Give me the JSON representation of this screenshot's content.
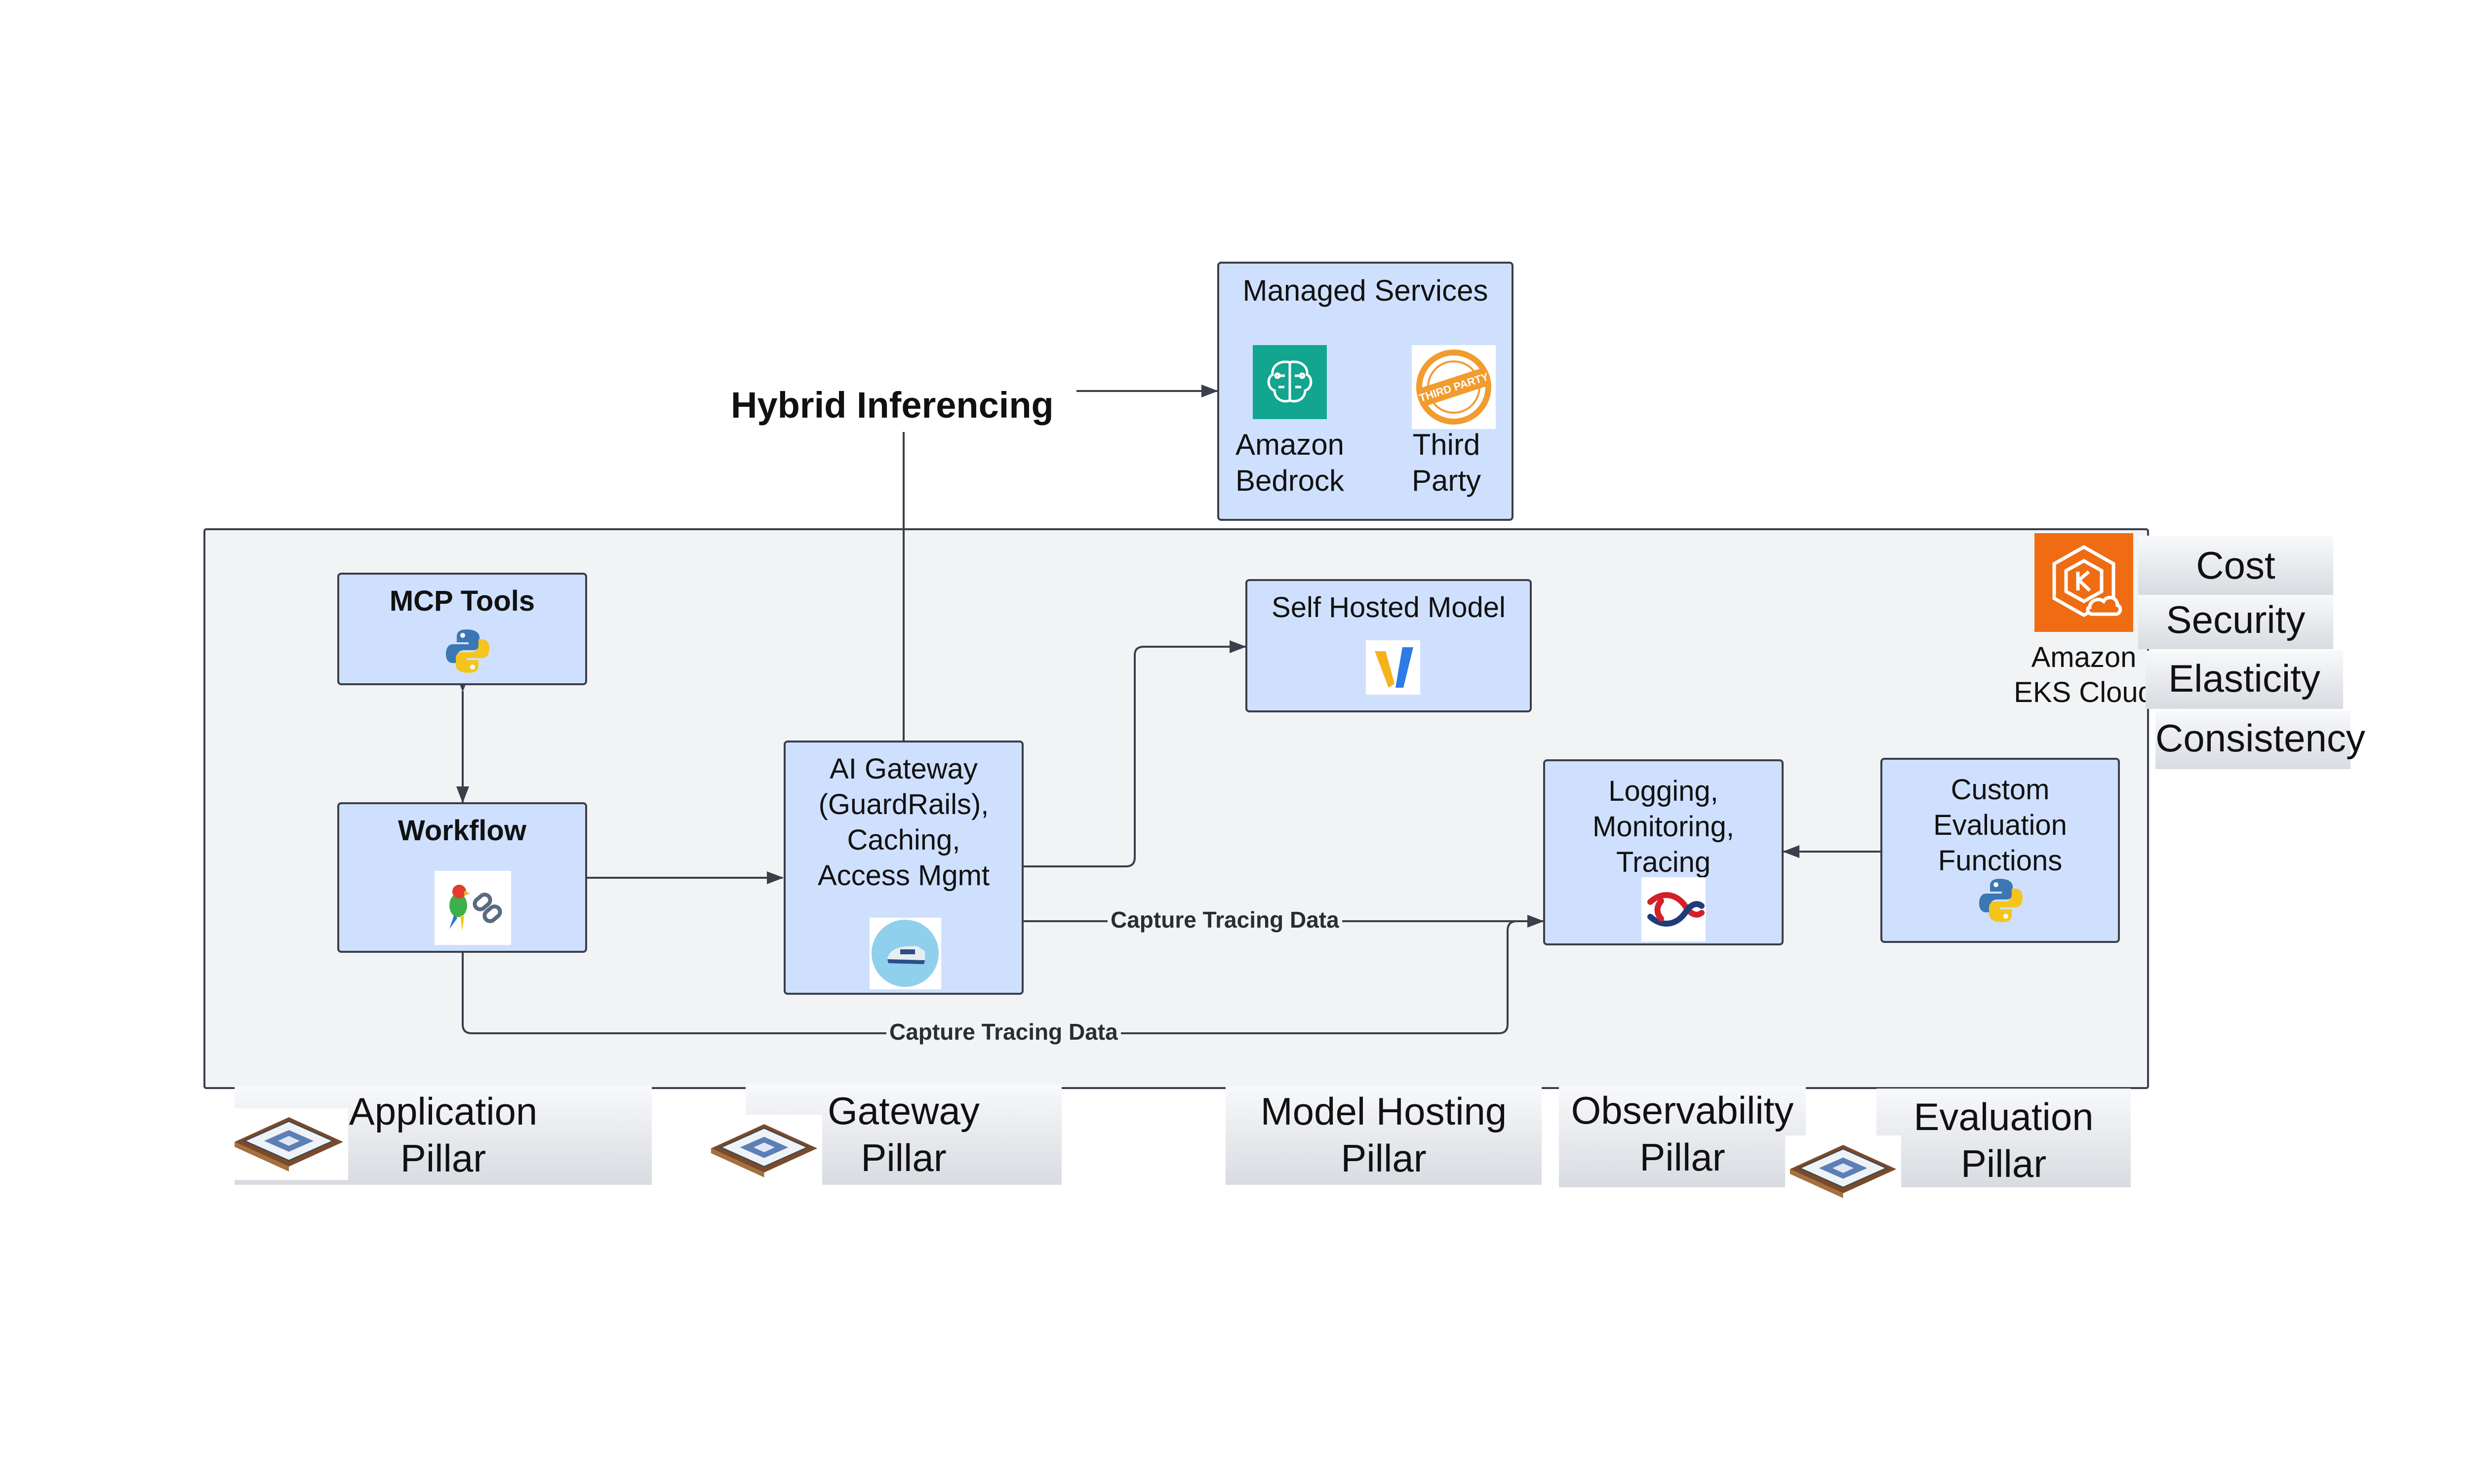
{
  "colors": {
    "node_fill": "#cfe0ff",
    "cluster_fill": "#f2f3f5",
    "border": "#3a3f4a",
    "bedrock_green": "#12a58f",
    "eks_orange": "#ef6c12",
    "third_party_orange": "#f29b2e",
    "python_blue": "#3b77b2",
    "python_yellow": "#f5c51d",
    "gateway_badge": "#8fd0ec",
    "logging_red": "#d3202b"
  },
  "hybrid": {
    "label": "Hybrid Inferencing"
  },
  "managed_services": {
    "title": "Managed Services",
    "bedrock": {
      "line1": "Amazon",
      "line2": "Bedrock",
      "icon": "bedrock-brain-icon"
    },
    "third_party": {
      "line1": "Third",
      "line2": "Party",
      "icon": "third-party-stamp-icon",
      "stamp_text": "THIRD PARTY"
    }
  },
  "eks": {
    "line1": "Amazon",
    "line2": "EKS Cloud",
    "icon": "eks-icon"
  },
  "qualities": [
    "Cost",
    "Security",
    "Elasticity",
    "Consistency"
  ],
  "nodes": {
    "mcp_tools": {
      "title": "MCP Tools",
      "icon": "python-icon"
    },
    "workflow": {
      "title": "Workflow",
      "icon": "parrot-chain-icon"
    },
    "gateway": {
      "lines": [
        "AI Gateway",
        "(GuardRails),",
        "Caching,",
        "Access Mgmt"
      ],
      "icon": "gateway-train-icon"
    },
    "self_hosted": {
      "title": "Self Hosted Model",
      "icon": "v-logo-icon"
    },
    "logging": {
      "lines": [
        "Logging,",
        "Monitoring,",
        "Tracing"
      ],
      "icon": "knot-icon"
    },
    "evaluation": {
      "lines": [
        "Custom",
        "Evaluation",
        "Functions"
      ],
      "icon": "python-icon"
    }
  },
  "edges": {
    "capture_top": "Capture Tracing Data",
    "capture_bottom": "Capture Tracing Data"
  },
  "pillars": {
    "application": [
      "Application",
      "Pillar"
    ],
    "gateway": [
      "Gateway",
      "Pillar"
    ],
    "model_hosting": [
      "Model Hosting",
      "Pillar"
    ],
    "observability": [
      "Observability",
      "Pillar"
    ],
    "evaluation": [
      "Evaluation",
      "Pillar"
    ]
  }
}
